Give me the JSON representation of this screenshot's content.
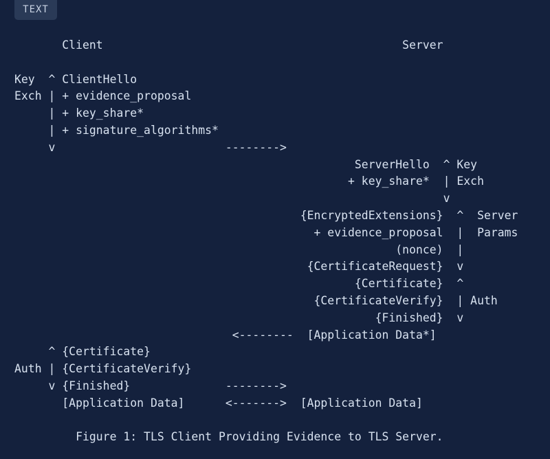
{
  "code_block": {
    "language_label": "TEXT",
    "lines": [
      "       Client                                            Server",
      "",
      "Key  ^ ClientHello",
      "Exch | + evidence_proposal",
      "     | + key_share*",
      "     | + signature_algorithms*",
      "     v                         -------->",
      "                                                  ServerHello  ^ Key",
      "                                                 + key_share*  | Exch",
      "                                                               v",
      "                                          {EncryptedExtensions}  ^  Server",
      "                                            + evidence_proposal  |  Params",
      "                                                        (nonce)  |",
      "                                           {CertificateRequest}  v",
      "                                                  {Certificate}  ^",
      "                                            {CertificateVerify}  | Auth",
      "                                                     {Finished}  v",
      "                                <--------  [Application Data*]",
      "     ^ {Certificate}",
      "Auth | {CertificateVerify}",
      "     v {Finished}              -------->",
      "       [Application Data]      <------->  [Application Data]",
      "",
      "         Figure 1: TLS Client Providing Evidence to TLS Server."
    ]
  }
}
